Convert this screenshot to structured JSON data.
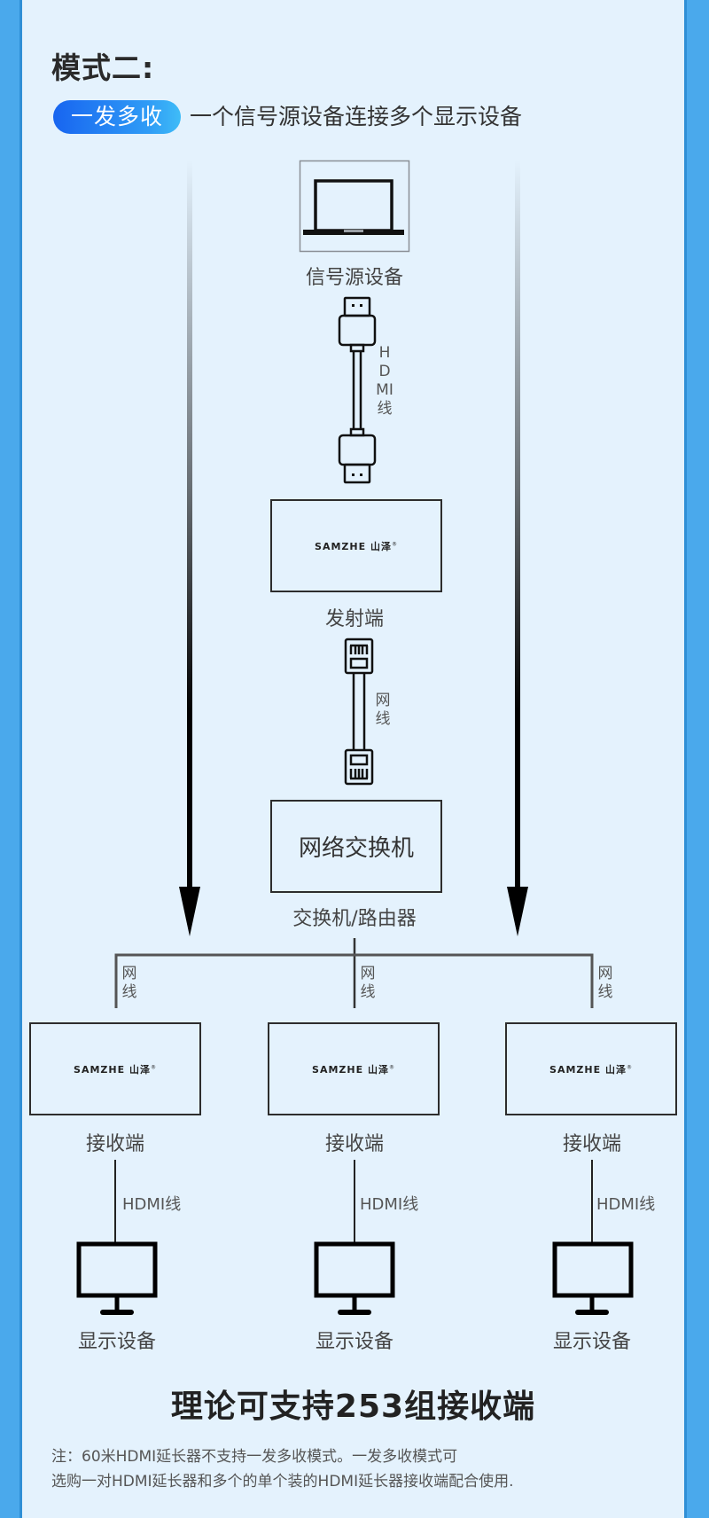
{
  "header": {
    "title": "模式二:",
    "mode_badge": "一发多收",
    "subtitle": "一个信号源设备连接多个显示设备"
  },
  "source": {
    "label": "信号源设备",
    "icon": "laptop-icon",
    "cable_label": "HDMI线"
  },
  "transmitter": {
    "logo": "SAMZHE 山泽",
    "logo_mark": "®",
    "label": "发射端",
    "cable_label": "网线"
  },
  "switch": {
    "box_text": "网络交换机",
    "label": "交换机/路由器"
  },
  "receivers": [
    {
      "logo": "SAMZHE 山泽",
      "logo_mark": "®",
      "cable_in_label": "网线",
      "label": "接收端",
      "cable_out_label": "HDMI线",
      "display_label": "显示设备"
    },
    {
      "logo": "SAMZHE 山泽",
      "logo_mark": "®",
      "cable_in_label": "网线",
      "label": "接收端",
      "cable_out_label": "HDMI线",
      "display_label": "显示设备"
    },
    {
      "logo": "SAMZHE 山泽",
      "logo_mark": "®",
      "cable_in_label": "网线",
      "label": "接收端",
      "cable_out_label": "HDMI线",
      "display_label": "显示设备"
    }
  ],
  "footer": {
    "headline": "理论可支持253组接收端",
    "note_line1": "注：60米HDMI延长器不支持一发多收模式。一发多收模式可",
    "note_line2": "选购一对HDMI延长器和多个的单个装的HDMI延长器接收端配合使用."
  },
  "colors": {
    "side_border": "#4aa9ec",
    "panel_bg": "#e4f2fd",
    "badge_start": "#1865f0",
    "badge_end": "#3fbcf7",
    "line": "#2d2d2d"
  }
}
